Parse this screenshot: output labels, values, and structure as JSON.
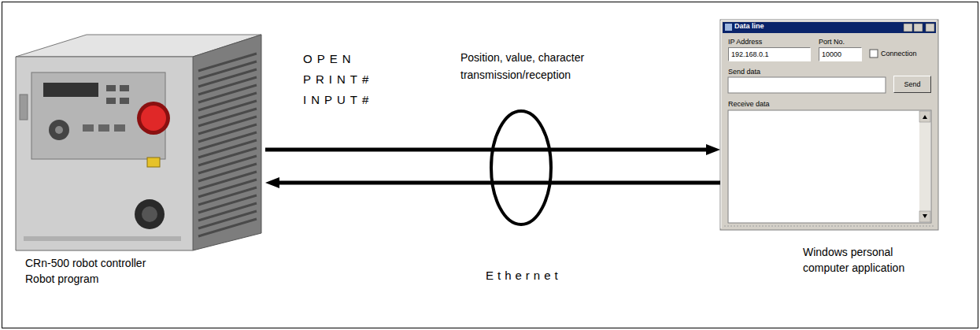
{
  "diagram": {
    "nodes": [
      {
        "text": [
          "CRn-500 robot controller Robot program"
        ]
      },
      {
        "text": [
          "Windows personal computer application"
        ]
      },
      {
        "text": [
          "192.168.0.1"
        ],
        "in": 1
      },
      {
        "text": [
          "10000"
        ],
        "in": 1
      },
      {
        "text": [
          "Send"
        ],
        "in": 1
      }
    ],
    "edges": [
      {
        "from": 0,
        "to": 1,
        "arrow": "to"
      },
      {
        "from": 1,
        "to": 0,
        "arrow": "to"
      }
    ],
    "labels": [
      "OPEN",
      "PRINT#",
      "INPUT#",
      "Position, value, character transmission/reception",
      "Ethernet",
      "Data line",
      "IP Address",
      "Port No.",
      "Connection",
      "Send data",
      "Receive data"
    ]
  }
}
